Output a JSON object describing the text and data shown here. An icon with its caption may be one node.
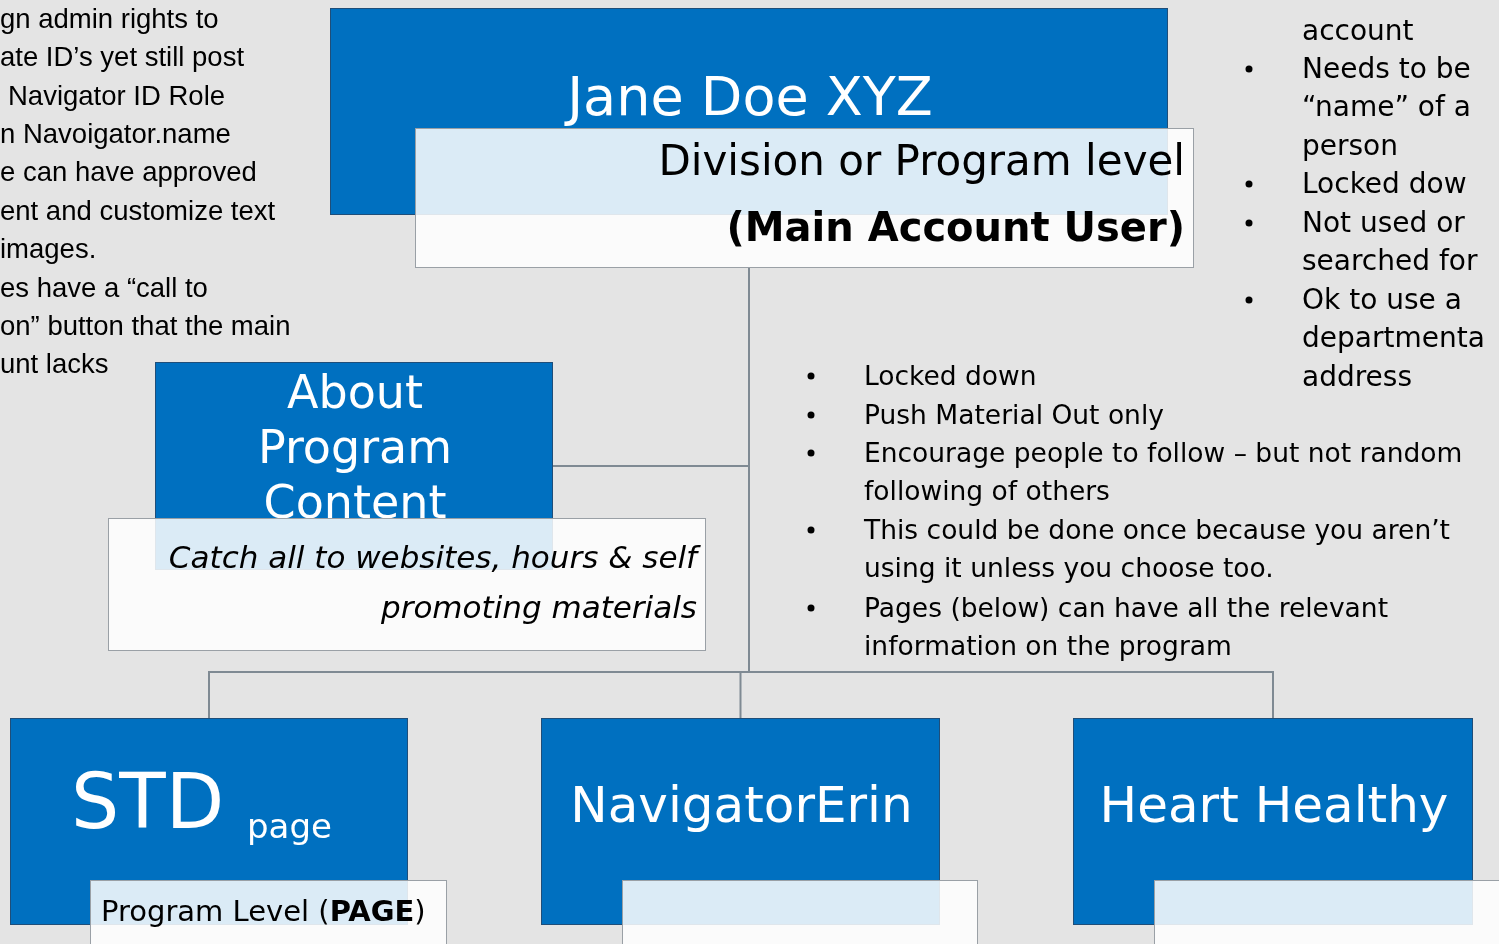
{
  "diagram": {
    "nodes": [
      {
        "text": [
          "Jane Doe XYZ"
        ]
      },
      {
        "text": [
          "Division or Program level",
          "(Main Account User)"
        ]
      },
      {
        "text": [
          "About Program Content"
        ]
      },
      {
        "text": [
          "Catch all to websites, hours & self promoting materials"
        ]
      },
      {
        "text": [
          "STD",
          "page"
        ]
      },
      {
        "text": [
          "Program Level (**PAGE**)"
        ]
      },
      {
        "text": [
          "NavigatorErin"
        ]
      },
      {
        "text": [],
        "shape": "box"
      },
      {
        "text": [
          "Heart Healthy"
        ]
      },
      {
        "text": [],
        "shape": "box"
      }
    ],
    "edges": [
      {
        "from": 1,
        "to": 2,
        "arrow": "none"
      },
      {
        "from": 1,
        "to": 4,
        "arrow": "none"
      },
      {
        "from": 1,
        "to": 6,
        "arrow": "none"
      },
      {
        "from": 1,
        "to": 8,
        "arrow": "none"
      }
    ],
    "labels": [
      "gn admin rights to",
      "ate ID’s yet still post",
      "Navigator ID Role",
      "n Navoigator.name",
      "e can have approved",
      "ent and customize text",
      "images.",
      "es have a “call to",
      "on” button that the main",
      "unt lacks",
      "account",
      "Needs to be",
      "“name” of a",
      "person",
      "Locked dow",
      "Not used or",
      "searched for",
      "Ok to use a",
      "departmenta",
      "address",
      "Locked down",
      "Push Material Out only",
      "Encourage people to follow – but not random following of others",
      "This could be done once because you aren’t using it unless you choose too.",
      "Pages (below) can have all the relevant information on the program"
    ]
  }
}
